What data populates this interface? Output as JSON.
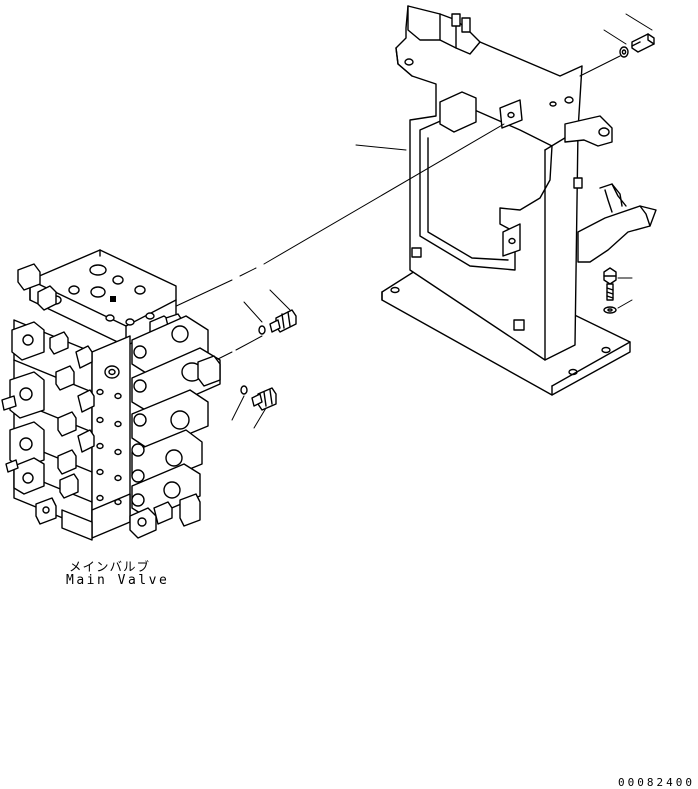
{
  "component_label": {
    "japanese": "メインバルブ",
    "english": "Main Valve"
  },
  "drawing_number": "00082400"
}
